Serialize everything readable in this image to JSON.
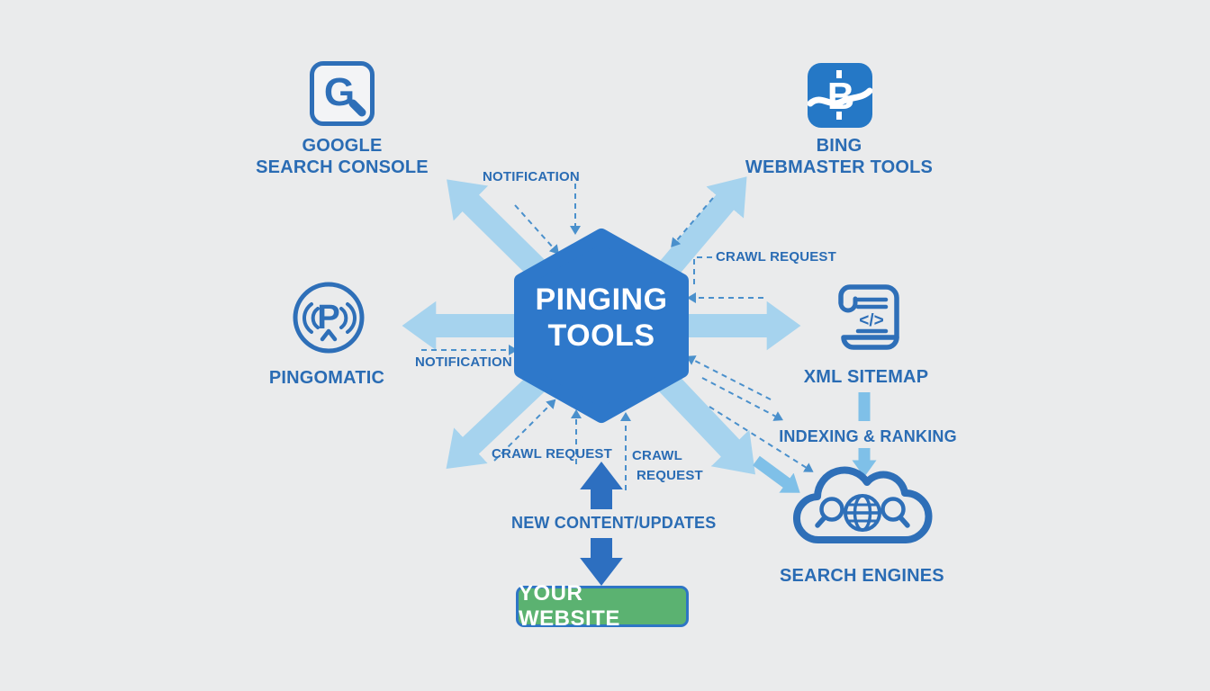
{
  "title": "Pinging Tools Diagram",
  "center": {
    "line1": "PINGING",
    "line2": "TOOLS"
  },
  "nodes": {
    "google": {
      "line1": "GOOGLE",
      "line2": "SEARCH CONSOLE"
    },
    "bing": {
      "line1": "BING",
      "line2": "WEBMASTER TOOLS"
    },
    "pingomatic": {
      "label": "PINGOMATIC"
    },
    "xml_sitemap": {
      "label": "XML SITEMAP"
    },
    "search_engines": {
      "label": "SEARCH ENGINES"
    },
    "your_website": {
      "label": "YOUR WEBSITE"
    }
  },
  "edge_labels": {
    "notification_top": "NOTIFICATION",
    "crawl_request_right": "CRAWL REQUEST",
    "notification_left": "NOTIFICATION",
    "crawl_request_bottom": "CRAWL REQUEST",
    "crawl_request_b2_line1": "CRAWL",
    "crawl_request_b2_line2": "REQUEST",
    "indexing_ranking": "INDEXING & RANKING",
    "new_content": "NEW CONTENT/UPDATES"
  },
  "icons": {
    "google_search_console": "g-magnifier-icon",
    "bing_webmaster": "b-wave-icon",
    "pingomatic": "p-signal-icon",
    "xml_sitemap": "scroll-code-icon",
    "search_engines": "cloud-search-globe-icon",
    "google_letter": "G",
    "bing_letter": "B",
    "pingomatic_letter": "P",
    "xml_code_glyph": "</>"
  },
  "colors": {
    "background": "#eaebec",
    "hexagon_blue": "#2e78ca",
    "dark_arrow_blue": "#2d6fc0",
    "light_arrow_blue": "#a6d3ee",
    "mid_arrow_blue": "#7fc0e8",
    "dashed_blue": "#4a90cc",
    "label_blue": "#2a6cb4",
    "icon_stroke_blue": "#2e6fb8",
    "bing_fill_blue": "#2578c6",
    "website_green": "#5bb271",
    "website_border": "#2e75c5",
    "white": "#ffffff"
  }
}
